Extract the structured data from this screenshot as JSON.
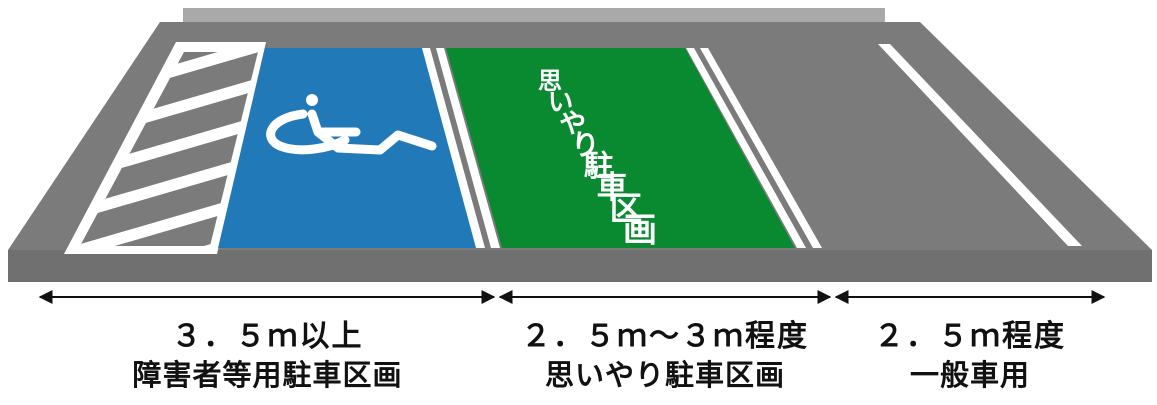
{
  "colors": {
    "asphalt": "#7b7b7b",
    "curb": "#a9a9a9",
    "accessible_space": "#2279b8",
    "consideration_space": "#0a8a30",
    "marking": "#ffffff"
  },
  "icons": {
    "accessible_space": "wheelchair-icon"
  },
  "consideration_space_marking": "思いやり駐車区画",
  "spaces": [
    {
      "dimension": "３．５ｍ以上",
      "name": "障害者等用駐車区画"
    },
    {
      "dimension": "２．５ｍ～３ｍ程度",
      "name": "思いやり駐車区画"
    },
    {
      "dimension": "２．５ｍ程度",
      "name": "一般車用"
    }
  ]
}
